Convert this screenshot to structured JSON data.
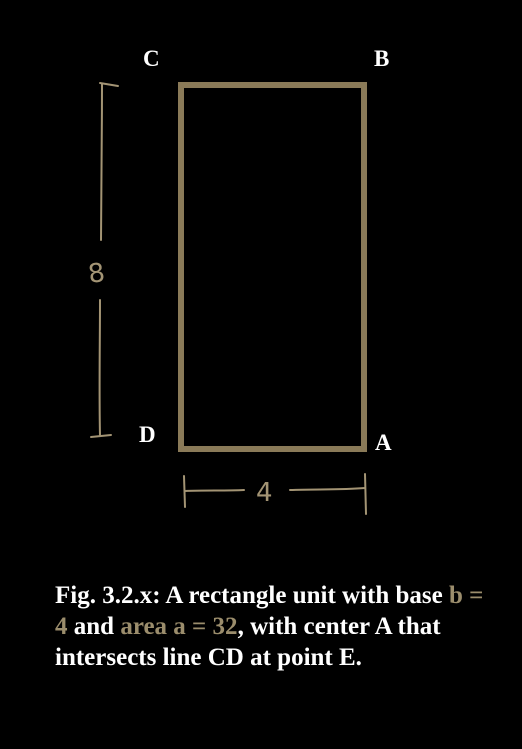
{
  "points": {
    "a": "A",
    "b": "B",
    "c": "C",
    "d": "D"
  },
  "dimensions": {
    "height": "8",
    "base": "4"
  },
  "caption": {
    "part1": "Fig. 3.2.x:  A rectangle unit with base ",
    "base_expr": "b = 4",
    "part2": " and ",
    "area_expr": "area a = 32",
    "part3": ", with center A that intersects line CD at point E."
  },
  "colors": {
    "background": "#000000",
    "shape_stroke": "#8a7a58",
    "handwriting": "#a39474",
    "highlight_text": "#9b8d6c",
    "text": "#ffffff"
  }
}
